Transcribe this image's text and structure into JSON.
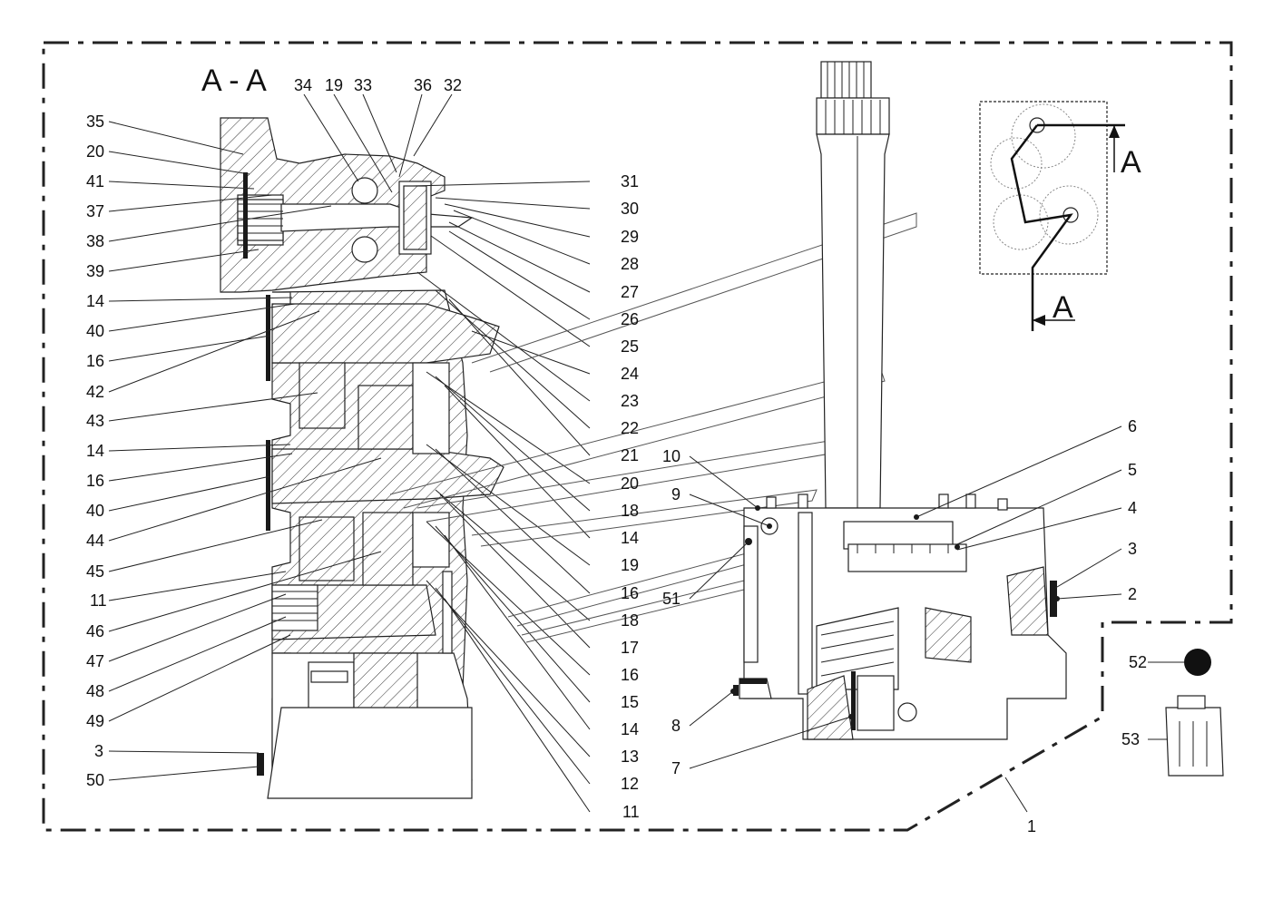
{
  "section_title": "A - A",
  "section_marker": "A",
  "callouts_left": [
    "35",
    "20",
    "41",
    "37",
    "38",
    "39",
    "14",
    "40",
    "16",
    "42",
    "43",
    "14",
    "16",
    "40",
    "44",
    "45",
    "11",
    "46",
    "47",
    "48",
    "49",
    "3",
    "50"
  ],
  "callouts_top": [
    "34",
    "19",
    "33",
    "36",
    "32"
  ],
  "callouts_mid": [
    "31",
    "30",
    "29",
    "28",
    "27",
    "26",
    "25",
    "24",
    "23",
    "22",
    "21",
    "20",
    "18",
    "14",
    "19",
    "16",
    "18",
    "17",
    "16",
    "15",
    "14",
    "13",
    "12",
    "11"
  ],
  "callouts_right_view": [
    "10",
    "9",
    "51",
    "8",
    "7",
    "6",
    "5",
    "4",
    "3",
    "2",
    "52",
    "53",
    "1"
  ]
}
